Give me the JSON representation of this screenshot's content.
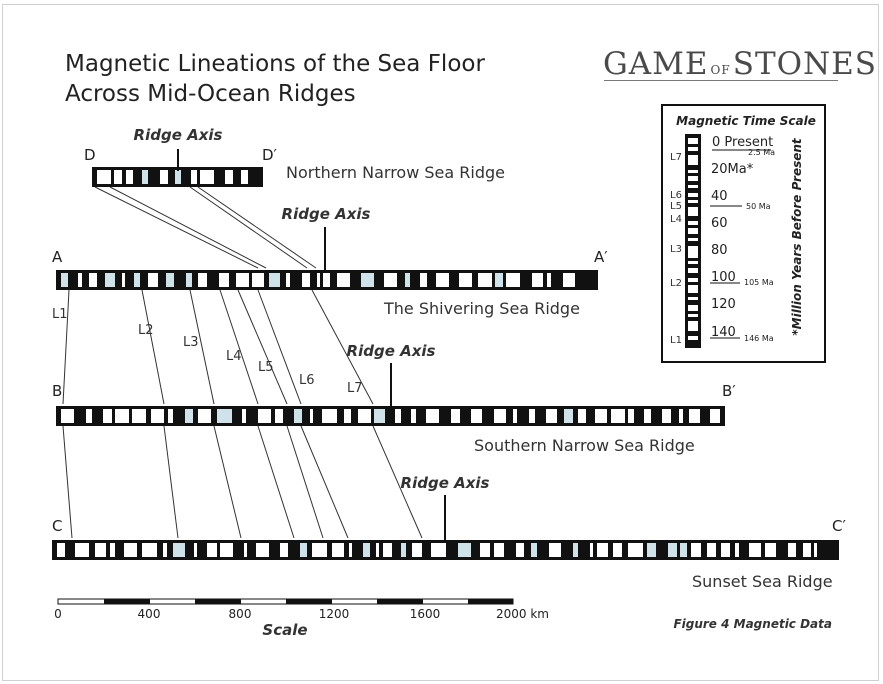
{
  "title_lines": [
    "Magnetic Lineations of the Sea Floor",
    "Across Mid-Ocean Ridges"
  ],
  "logo": {
    "part1": "GAME",
    "part2": "OF",
    "part3": "STONES"
  },
  "ridge_axis_label": "Ridge Axis",
  "ridges": {
    "north": {
      "name": "Northern Narrow Sea Ridge",
      "start": "D",
      "end": "D′"
    },
    "shiver": {
      "name": "The Shivering Sea Ridge",
      "start": "A",
      "end": "A′"
    },
    "south": {
      "name": "Southern Narrow Sea Ridge",
      "start": "B",
      "end": "B′"
    },
    "sunset": {
      "name": "Sunset Sea Ridge",
      "start": "C",
      "end": "C′"
    }
  },
  "lineations": [
    "L1",
    "L2",
    "L3",
    "L4",
    "L5",
    "L6",
    "L7"
  ],
  "scale": {
    "ticks": [
      "0",
      "400",
      "800",
      "1200",
      "1600",
      "2000 km"
    ],
    "label": "Scale"
  },
  "time_scale": {
    "title": "Magnetic Time Scale",
    "ages": [
      "0 Present",
      "20Ma*",
      "40",
      "60",
      "80",
      "100",
      "120",
      "140"
    ],
    "notes": [
      "2.5 Ma",
      "50 Ma",
      "105 Ma",
      "146 Ma"
    ],
    "side_label": "*Million Years Before Present",
    "l_labels": [
      "L7",
      "L6",
      "L5",
      "L4",
      "L3",
      "L2",
      "L1"
    ]
  },
  "figure_caption": "Figure 4 Magnetic Data"
}
